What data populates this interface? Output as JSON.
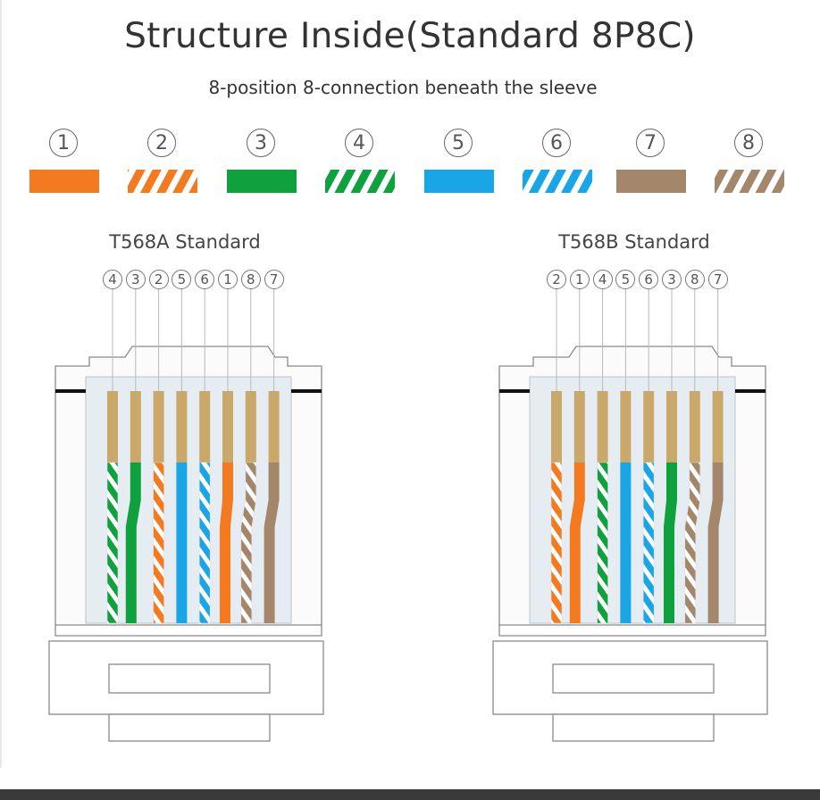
{
  "title": "Structure Inside(Standard 8P8C)",
  "subtitle": "8-position 8-connection beneath the sleeve",
  "colors": {
    "orange": "#f47a20",
    "green": "#10a13f",
    "blue": "#1aa6e6",
    "brown": "#a4876a",
    "gold": "#c9a86a"
  },
  "key": [
    {
      "num": "①",
      "color": "orange",
      "striped": false
    },
    {
      "num": "②",
      "color": "orange",
      "striped": true
    },
    {
      "num": "③",
      "color": "green",
      "striped": false
    },
    {
      "num": "④",
      "color": "green",
      "striped": true
    },
    {
      "num": "⑤",
      "color": "blue",
      "striped": false
    },
    {
      "num": "⑥",
      "color": "blue",
      "striped": true
    },
    {
      "num": "⑦",
      "color": "brown",
      "striped": false
    },
    {
      "num": "⑧",
      "color": "brown",
      "striped": true
    }
  ],
  "standards": [
    {
      "label": "T568A Standard",
      "pins": [
        "④",
        "③",
        "②",
        "⑤",
        "⑥",
        "①",
        "⑧",
        "⑦"
      ],
      "wires": [
        {
          "color": "green",
          "striped": true
        },
        {
          "color": "green",
          "striped": false
        },
        {
          "color": "orange",
          "striped": true
        },
        {
          "color": "blue",
          "striped": false
        },
        {
          "color": "blue",
          "striped": true
        },
        {
          "color": "orange",
          "striped": false
        },
        {
          "color": "brown",
          "striped": true
        },
        {
          "color": "brown",
          "striped": false
        }
      ]
    },
    {
      "label": "T568B Standard",
      "pins": [
        "②",
        "①",
        "④",
        "⑤",
        "⑥",
        "③",
        "⑧",
        "⑦"
      ],
      "wires": [
        {
          "color": "orange",
          "striped": true
        },
        {
          "color": "orange",
          "striped": false
        },
        {
          "color": "green",
          "striped": true
        },
        {
          "color": "blue",
          "striped": false
        },
        {
          "color": "blue",
          "striped": true
        },
        {
          "color": "green",
          "striped": false
        },
        {
          "color": "brown",
          "striped": true
        },
        {
          "color": "brown",
          "striped": false
        }
      ]
    }
  ]
}
